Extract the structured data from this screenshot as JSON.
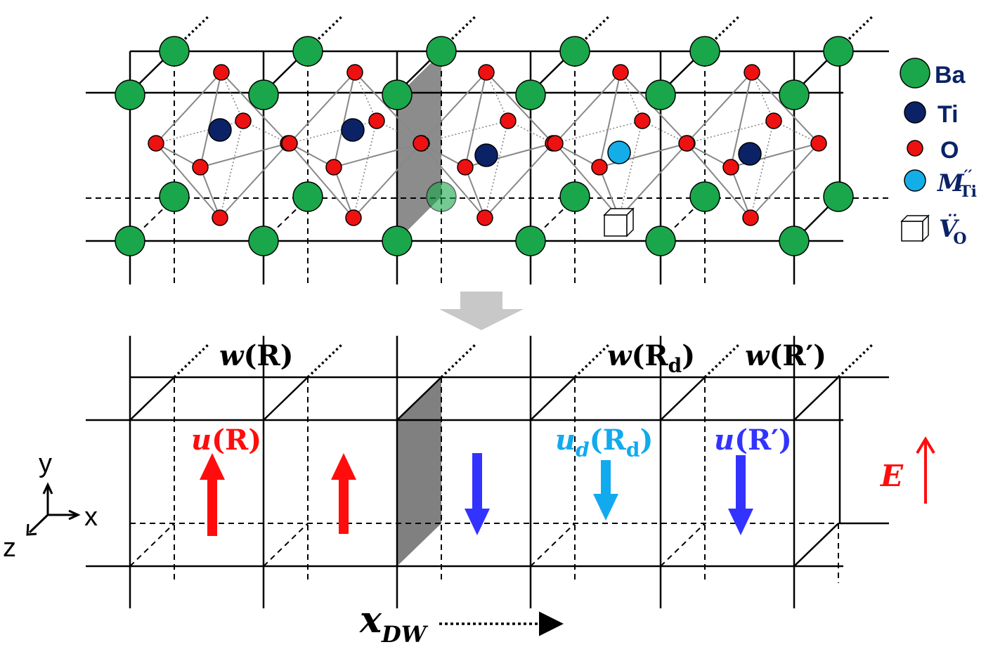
{
  "legend": [
    {
      "key": "ba",
      "label": "Ba",
      "color": "#1aa64a"
    },
    {
      "key": "ti",
      "label": "Ti",
      "color": "#0b2266"
    },
    {
      "key": "o",
      "label": "O",
      "color": "#ee1111"
    },
    {
      "key": "m",
      "label_main": "M",
      "label_prime": "′′",
      "label_sub": "Ti",
      "color": "#13aee8"
    },
    {
      "key": "v",
      "label_main": "V",
      "label_dots": "··",
      "label_sub": "O"
    }
  ],
  "labels": {
    "w_r": {
      "fn": "w",
      "arg": "R",
      "sub": "",
      "prime": ""
    },
    "w_rd": {
      "fn": "w",
      "arg": "R",
      "sub": "d",
      "prime": ""
    },
    "w_rp": {
      "fn": "w",
      "arg": "R",
      "sub": "",
      "prime": "′"
    },
    "u_r": {
      "fn": "u",
      "fnsub": "",
      "arg": "R",
      "sub": "",
      "prime": ""
    },
    "u_rd": {
      "fn": "u",
      "fnsub": "d",
      "arg": "R",
      "sub": "d",
      "prime": ""
    },
    "u_rp": {
      "fn": "u",
      "fnsub": "",
      "arg": "R",
      "sub": "",
      "prime": "′"
    },
    "e_field": "E",
    "x_dw_main": "x",
    "x_dw_sub": "DW"
  },
  "axes": {
    "x": "x",
    "y": "y",
    "z": "z"
  },
  "colors": {
    "ba": "#1aa64a",
    "ti": "#0b2266",
    "o": "#ee1111",
    "m": "#13aee8",
    "up_arrow": "#ff0d0d",
    "down_arrow": "#3333ff",
    "defect_arrow": "#11aaee",
    "wall": "#808080",
    "transition_arrow": "#c8c8c8"
  }
}
